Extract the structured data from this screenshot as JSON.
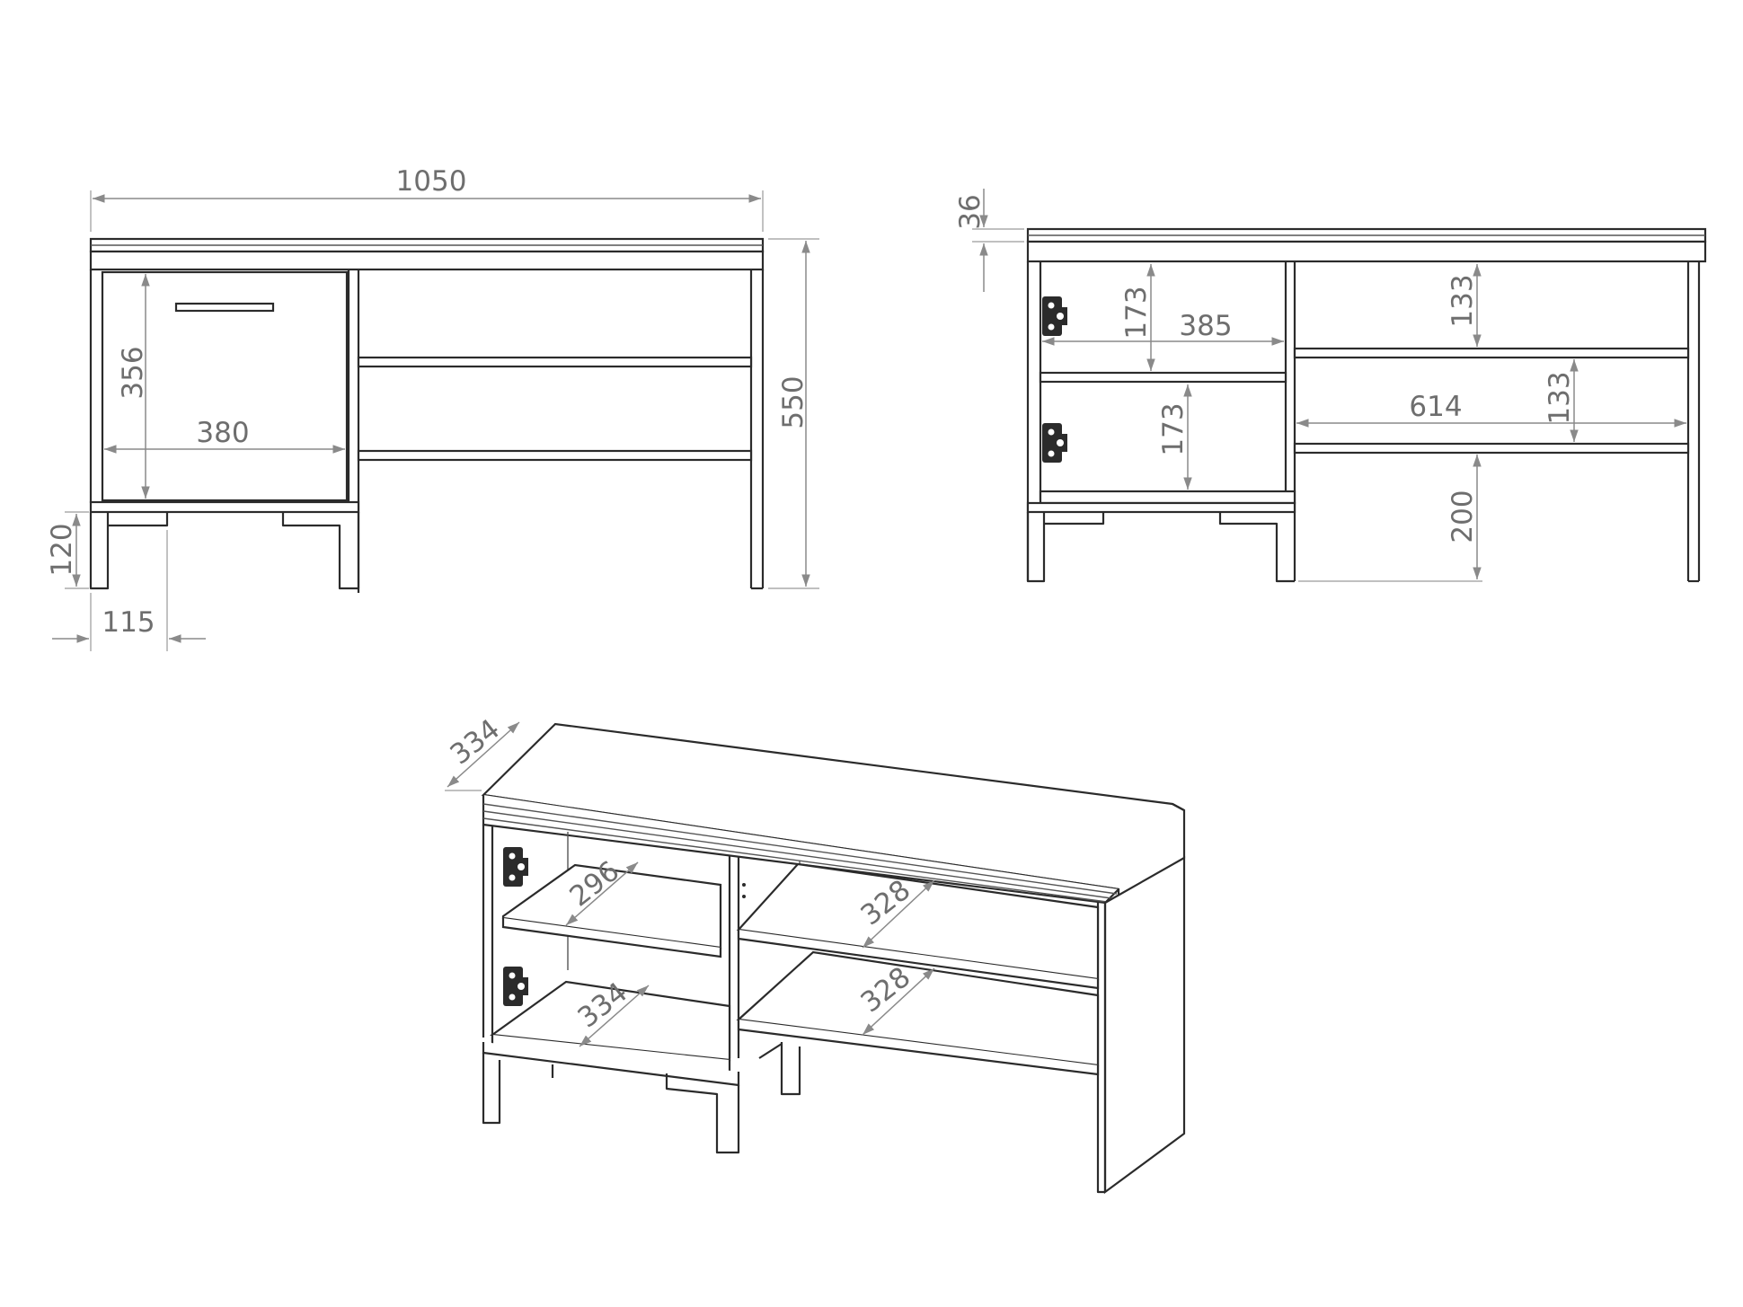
{
  "front_view": {
    "total_width": "1050",
    "total_height": "550",
    "door_height": "356",
    "door_width": "380",
    "leg_height": "120",
    "leg_offset": "115"
  },
  "open_front_view": {
    "top_thickness": "36",
    "left_compartment_height_upper": "173",
    "left_compartment_width": "385",
    "left_compartment_height_lower": "173",
    "right_shelf_spacing_upper": "133",
    "right_compartment_width": "614",
    "right_shelf_spacing_lower": "133",
    "floor_clearance": "200"
  },
  "perspective_view": {
    "depth": "334",
    "left_shelf_depth_upper": "296",
    "left_shelf_depth_lower": "334",
    "right_shelf_depth_upper": "328",
    "right_shelf_depth_lower": "328"
  }
}
